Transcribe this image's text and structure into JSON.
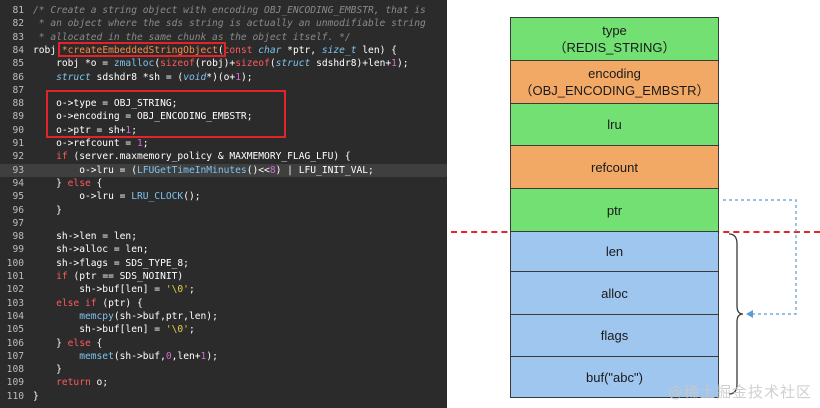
{
  "code": {
    "lines": [
      {
        "n": "81",
        "tokens": [
          {
            "c": "comment",
            "t": "/* Create a string object with encoding OBJ_ENCODING_EMBSTR, that is"
          }
        ]
      },
      {
        "n": "82",
        "tokens": [
          {
            "c": "comment",
            "t": " * an object where the sds string is actually an unmodifiable string"
          }
        ]
      },
      {
        "n": "83",
        "tokens": [
          {
            "c": "comment",
            "t": " * allocated in the same chunk as the object itself. */"
          }
        ]
      },
      {
        "n": "84",
        "tokens": [
          {
            "c": "default",
            "t": "robj "
          },
          {
            "c": "hlfunc",
            "t": "*createEmbeddedStringObject"
          },
          {
            "c": "default",
            "t": "("
          },
          {
            "c": "keyword",
            "t": "const "
          },
          {
            "c": "type",
            "t": "char "
          },
          {
            "c": "default",
            "t": "*ptr, "
          },
          {
            "c": "type",
            "t": "size_t "
          },
          {
            "c": "default",
            "t": "len) {"
          }
        ]
      },
      {
        "n": "85",
        "tokens": [
          {
            "c": "default",
            "t": "    robj *o = "
          },
          {
            "c": "func",
            "t": "zmalloc"
          },
          {
            "c": "default",
            "t": "("
          },
          {
            "c": "keyword",
            "t": "sizeof"
          },
          {
            "c": "default",
            "t": "(robj)+"
          },
          {
            "c": "keyword",
            "t": "sizeof"
          },
          {
            "c": "default",
            "t": "("
          },
          {
            "c": "type",
            "t": "struct "
          },
          {
            "c": "default",
            "t": "sdshdr8)+len+"
          },
          {
            "c": "number",
            "t": "1"
          },
          {
            "c": "default",
            "t": ");"
          }
        ]
      },
      {
        "n": "86",
        "tokens": [
          {
            "c": "type",
            "t": "    struct "
          },
          {
            "c": "default",
            "t": "sdshdr8 *sh = ("
          },
          {
            "c": "type",
            "t": "void"
          },
          {
            "c": "default",
            "t": "*)(o+"
          },
          {
            "c": "number",
            "t": "1"
          },
          {
            "c": "default",
            "t": ");"
          }
        ]
      },
      {
        "n": "87",
        "tokens": []
      },
      {
        "n": "88",
        "tokens": [
          {
            "c": "default",
            "t": "    o->type = OBJ_STRING;"
          }
        ]
      },
      {
        "n": "89",
        "tokens": [
          {
            "c": "default",
            "t": "    o->encoding = OBJ_ENCODING_EMBSTR;"
          }
        ]
      },
      {
        "n": "90",
        "tokens": [
          {
            "c": "default",
            "t": "    o->ptr = sh+"
          },
          {
            "c": "number",
            "t": "1"
          },
          {
            "c": "default",
            "t": ";"
          }
        ]
      },
      {
        "n": "91",
        "tokens": [
          {
            "c": "default",
            "t": "    o->refcount = "
          },
          {
            "c": "number",
            "t": "1"
          },
          {
            "c": "default",
            "t": ";"
          }
        ]
      },
      {
        "n": "92",
        "tokens": [
          {
            "c": "keyword",
            "t": "    if "
          },
          {
            "c": "default",
            "t": "(server.maxmemory_policy & MAXMEMORY_FLAG_LFU) {"
          }
        ]
      },
      {
        "n": "93",
        "tokens": [
          {
            "c": "default",
            "t": "        o->lru = ("
          },
          {
            "c": "func",
            "t": "LFUGetTimeInMinutes"
          },
          {
            "c": "default",
            "t": "()<<"
          },
          {
            "c": "number",
            "t": "8"
          },
          {
            "c": "default",
            "t": ") | LFU_INIT_VAL;"
          }
        ],
        "hl": true
      },
      {
        "n": "94",
        "tokens": [
          {
            "c": "default",
            "t": "    } "
          },
          {
            "c": "keyword",
            "t": "else "
          },
          {
            "c": "default",
            "t": "{"
          }
        ]
      },
      {
        "n": "95",
        "tokens": [
          {
            "c": "default",
            "t": "        o->lru = "
          },
          {
            "c": "func",
            "t": "LRU_CLOCK"
          },
          {
            "c": "default",
            "t": "();"
          }
        ]
      },
      {
        "n": "96",
        "tokens": [
          {
            "c": "default",
            "t": "    }"
          }
        ]
      },
      {
        "n": "97",
        "tokens": []
      },
      {
        "n": "98",
        "tokens": [
          {
            "c": "default",
            "t": "    sh->len = len;"
          }
        ]
      },
      {
        "n": "99",
        "tokens": [
          {
            "c": "default",
            "t": "    sh->alloc = len;"
          }
        ]
      },
      {
        "n": "100",
        "tokens": [
          {
            "c": "default",
            "t": "    sh->flags = SDS_TYPE_8;"
          }
        ]
      },
      {
        "n": "101",
        "tokens": [
          {
            "c": "keyword",
            "t": "    if "
          },
          {
            "c": "default",
            "t": "(ptr == SDS_NOINIT)"
          }
        ]
      },
      {
        "n": "102",
        "tokens": [
          {
            "c": "default",
            "t": "        sh->buf[len] = "
          },
          {
            "c": "string",
            "t": "'\\0'"
          },
          {
            "c": "default",
            "t": ";"
          }
        ]
      },
      {
        "n": "103",
        "tokens": [
          {
            "c": "keyword",
            "t": "    else if "
          },
          {
            "c": "default",
            "t": "(ptr) {"
          }
        ]
      },
      {
        "n": "104",
        "tokens": [
          {
            "c": "func",
            "t": "        memcpy"
          },
          {
            "c": "default",
            "t": "(sh->buf,ptr,len);"
          }
        ]
      },
      {
        "n": "105",
        "tokens": [
          {
            "c": "default",
            "t": "        sh->buf[len] = "
          },
          {
            "c": "string",
            "t": "'\\0'"
          },
          {
            "c": "default",
            "t": ";"
          }
        ]
      },
      {
        "n": "106",
        "tokens": [
          {
            "c": "default",
            "t": "    } "
          },
          {
            "c": "keyword",
            "t": "else "
          },
          {
            "c": "default",
            "t": "{"
          }
        ]
      },
      {
        "n": "107",
        "tokens": [
          {
            "c": "func",
            "t": "        memset"
          },
          {
            "c": "default",
            "t": "(sh->buf,"
          },
          {
            "c": "number",
            "t": "0"
          },
          {
            "c": "default",
            "t": ",len+"
          },
          {
            "c": "number",
            "t": "1"
          },
          {
            "c": "default",
            "t": ");"
          }
        ]
      },
      {
        "n": "108",
        "tokens": [
          {
            "c": "default",
            "t": "    }"
          }
        ]
      },
      {
        "n": "109",
        "tokens": [
          {
            "c": "keyword",
            "t": "    return "
          },
          {
            "c": "default",
            "t": "o;"
          }
        ]
      },
      {
        "n": "110",
        "tokens": [
          {
            "c": "default",
            "t": "}"
          }
        ]
      }
    ]
  },
  "diagram": {
    "cells": [
      {
        "label": "type",
        "sub": "（REDIS_STRING）",
        "color": "#72e072"
      },
      {
        "label": "encoding",
        "sub": "（OBJ_ENCODING_EMBSTR）",
        "color": "#f3a966"
      },
      {
        "label": "lru",
        "sub": "",
        "color": "#72e072"
      },
      {
        "label": "refcount",
        "sub": "",
        "color": "#f3a966"
      },
      {
        "label": "ptr",
        "sub": "",
        "color": "#72e072"
      },
      {
        "label": "len",
        "sub": "",
        "color": "#9ec6ee"
      },
      {
        "label": "alloc",
        "sub": "",
        "color": "#9ec6ee"
      },
      {
        "label": "flags",
        "sub": "",
        "color": "#9ec6ee"
      },
      {
        "label": "buf(\"abc\")",
        "sub": "",
        "color": "#9ec6ee"
      }
    ],
    "watermark": "@稀土掘金技术社区",
    "colors": {
      "separator": "#e3262c",
      "arrow": "#5b9bd5",
      "brace": "#3a3a3a"
    }
  }
}
